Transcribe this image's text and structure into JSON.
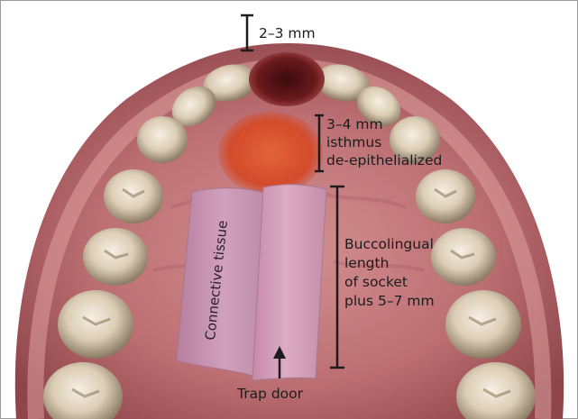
{
  "labels": {
    "gap_top": "2–3 mm",
    "isthmus_line1": "3–4 mm",
    "isthmus_line2": "isthmus",
    "isthmus_line3": "de-epithelialized",
    "connective_tissue": "Connective tissue",
    "length_line1": "Buccolingual",
    "length_line2": "length",
    "length_line3": "of socket",
    "length_line4": "plus 5–7 mm",
    "trap_door": "Trap door"
  },
  "colors": {
    "palate": "#c2777a",
    "palate_dark": "#8a3d43",
    "gum": "#d98d8f",
    "tooth": "#e8dccb",
    "socket": "#5a1416",
    "deepithelialized": "#d9542f",
    "connective_tissue": "#c997b6",
    "trap_door_flap": "#d7a0bb",
    "annotation": "#1c1c1c"
  }
}
